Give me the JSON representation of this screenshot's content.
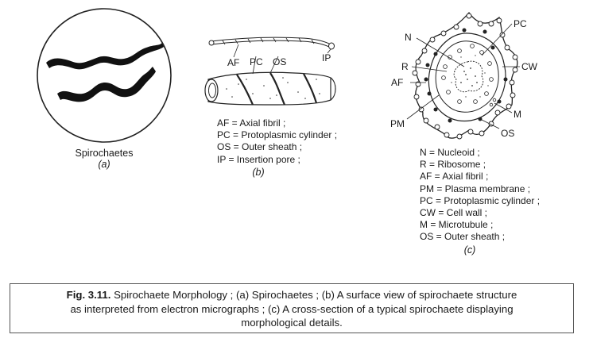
{
  "panel_a": {
    "caption": "Spirochaetes",
    "tag": "(a)"
  },
  "panel_b": {
    "labels": {
      "af": "AF",
      "pc": "PC",
      "os": "OS",
      "ip": "IP"
    },
    "legend": [
      "AF = Axial fibril ;",
      "PC = Protoplasmic cylinder ;",
      "OS = Outer sheath ;",
      "IP = Insertion pore ;"
    ],
    "tag": "(b)"
  },
  "panel_c": {
    "labels": {
      "n": "N",
      "r": "R",
      "af": "AF",
      "pm": "PM",
      "pc": "PC",
      "cw": "CW",
      "m": "M",
      "os": "OS"
    },
    "legend": [
      "N = Nucleoid ;",
      "R = Ribosome ;",
      "AF = Axial fibril ;",
      "PM = Plasma membrane ;",
      "PC = Protoplasmic cylinder ;",
      "CW = Cell wall ;",
      "M = Microtubule ;",
      "OS = Outer sheath ;"
    ],
    "tag": "(c)"
  },
  "caption": {
    "fig_label": "Fig. 3.11.",
    "text_line1": "Spirochaete Morphology ; (a) Spirochaetes ; (b) A surface view of spirochaete structure",
    "text_line2": "as interpreted from electron micrographs ; (c) A cross-section of a typical spirochaete displaying",
    "text_line3": "morphological details."
  }
}
